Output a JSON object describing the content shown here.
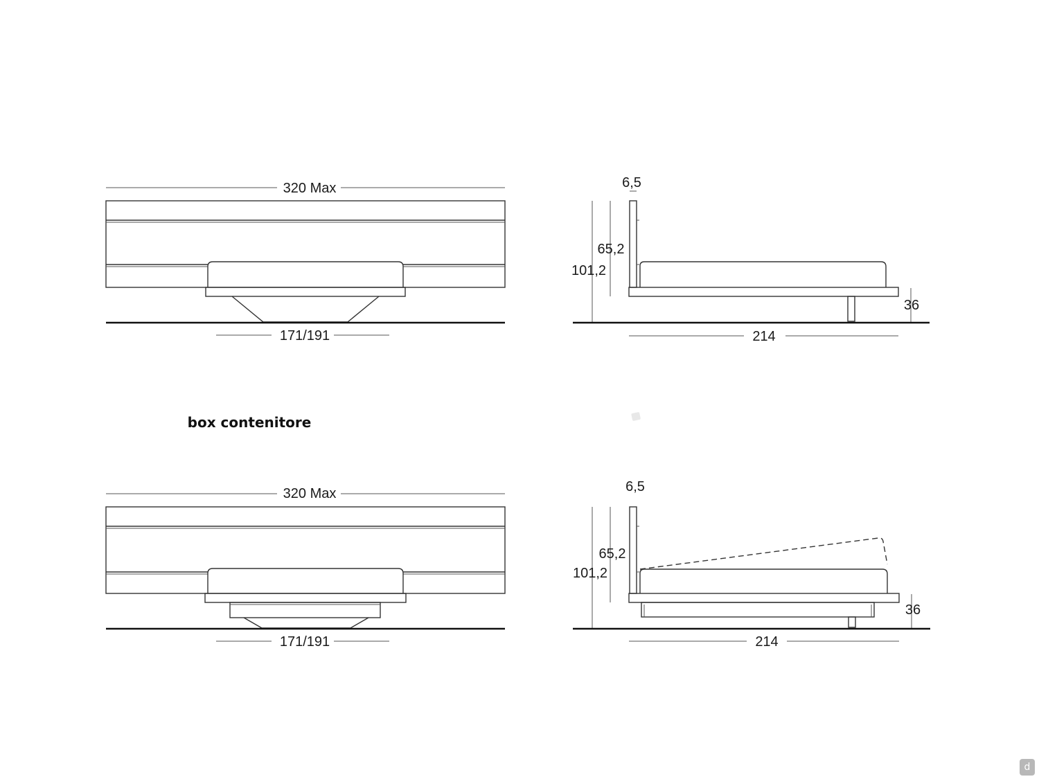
{
  "section_label": "box contenitore",
  "dimensions": {
    "top_front": {
      "width_max": "320 Max",
      "bed_width": "171/191"
    },
    "top_side": {
      "headboard_thickness": "6,5",
      "headboard_height": "65,2",
      "total_height": "101,2",
      "frame_height": "36",
      "length": "214"
    },
    "bottom_front": {
      "width_max": "320 Max",
      "bed_width": "171/191"
    },
    "bottom_side": {
      "headboard_thickness": "6,5",
      "headboard_height": "65,2",
      "total_height": "101,2",
      "frame_height": "36",
      "length": "214"
    }
  },
  "corner_badge": {
    "icon": "d-logo-icon",
    "text": "d"
  }
}
